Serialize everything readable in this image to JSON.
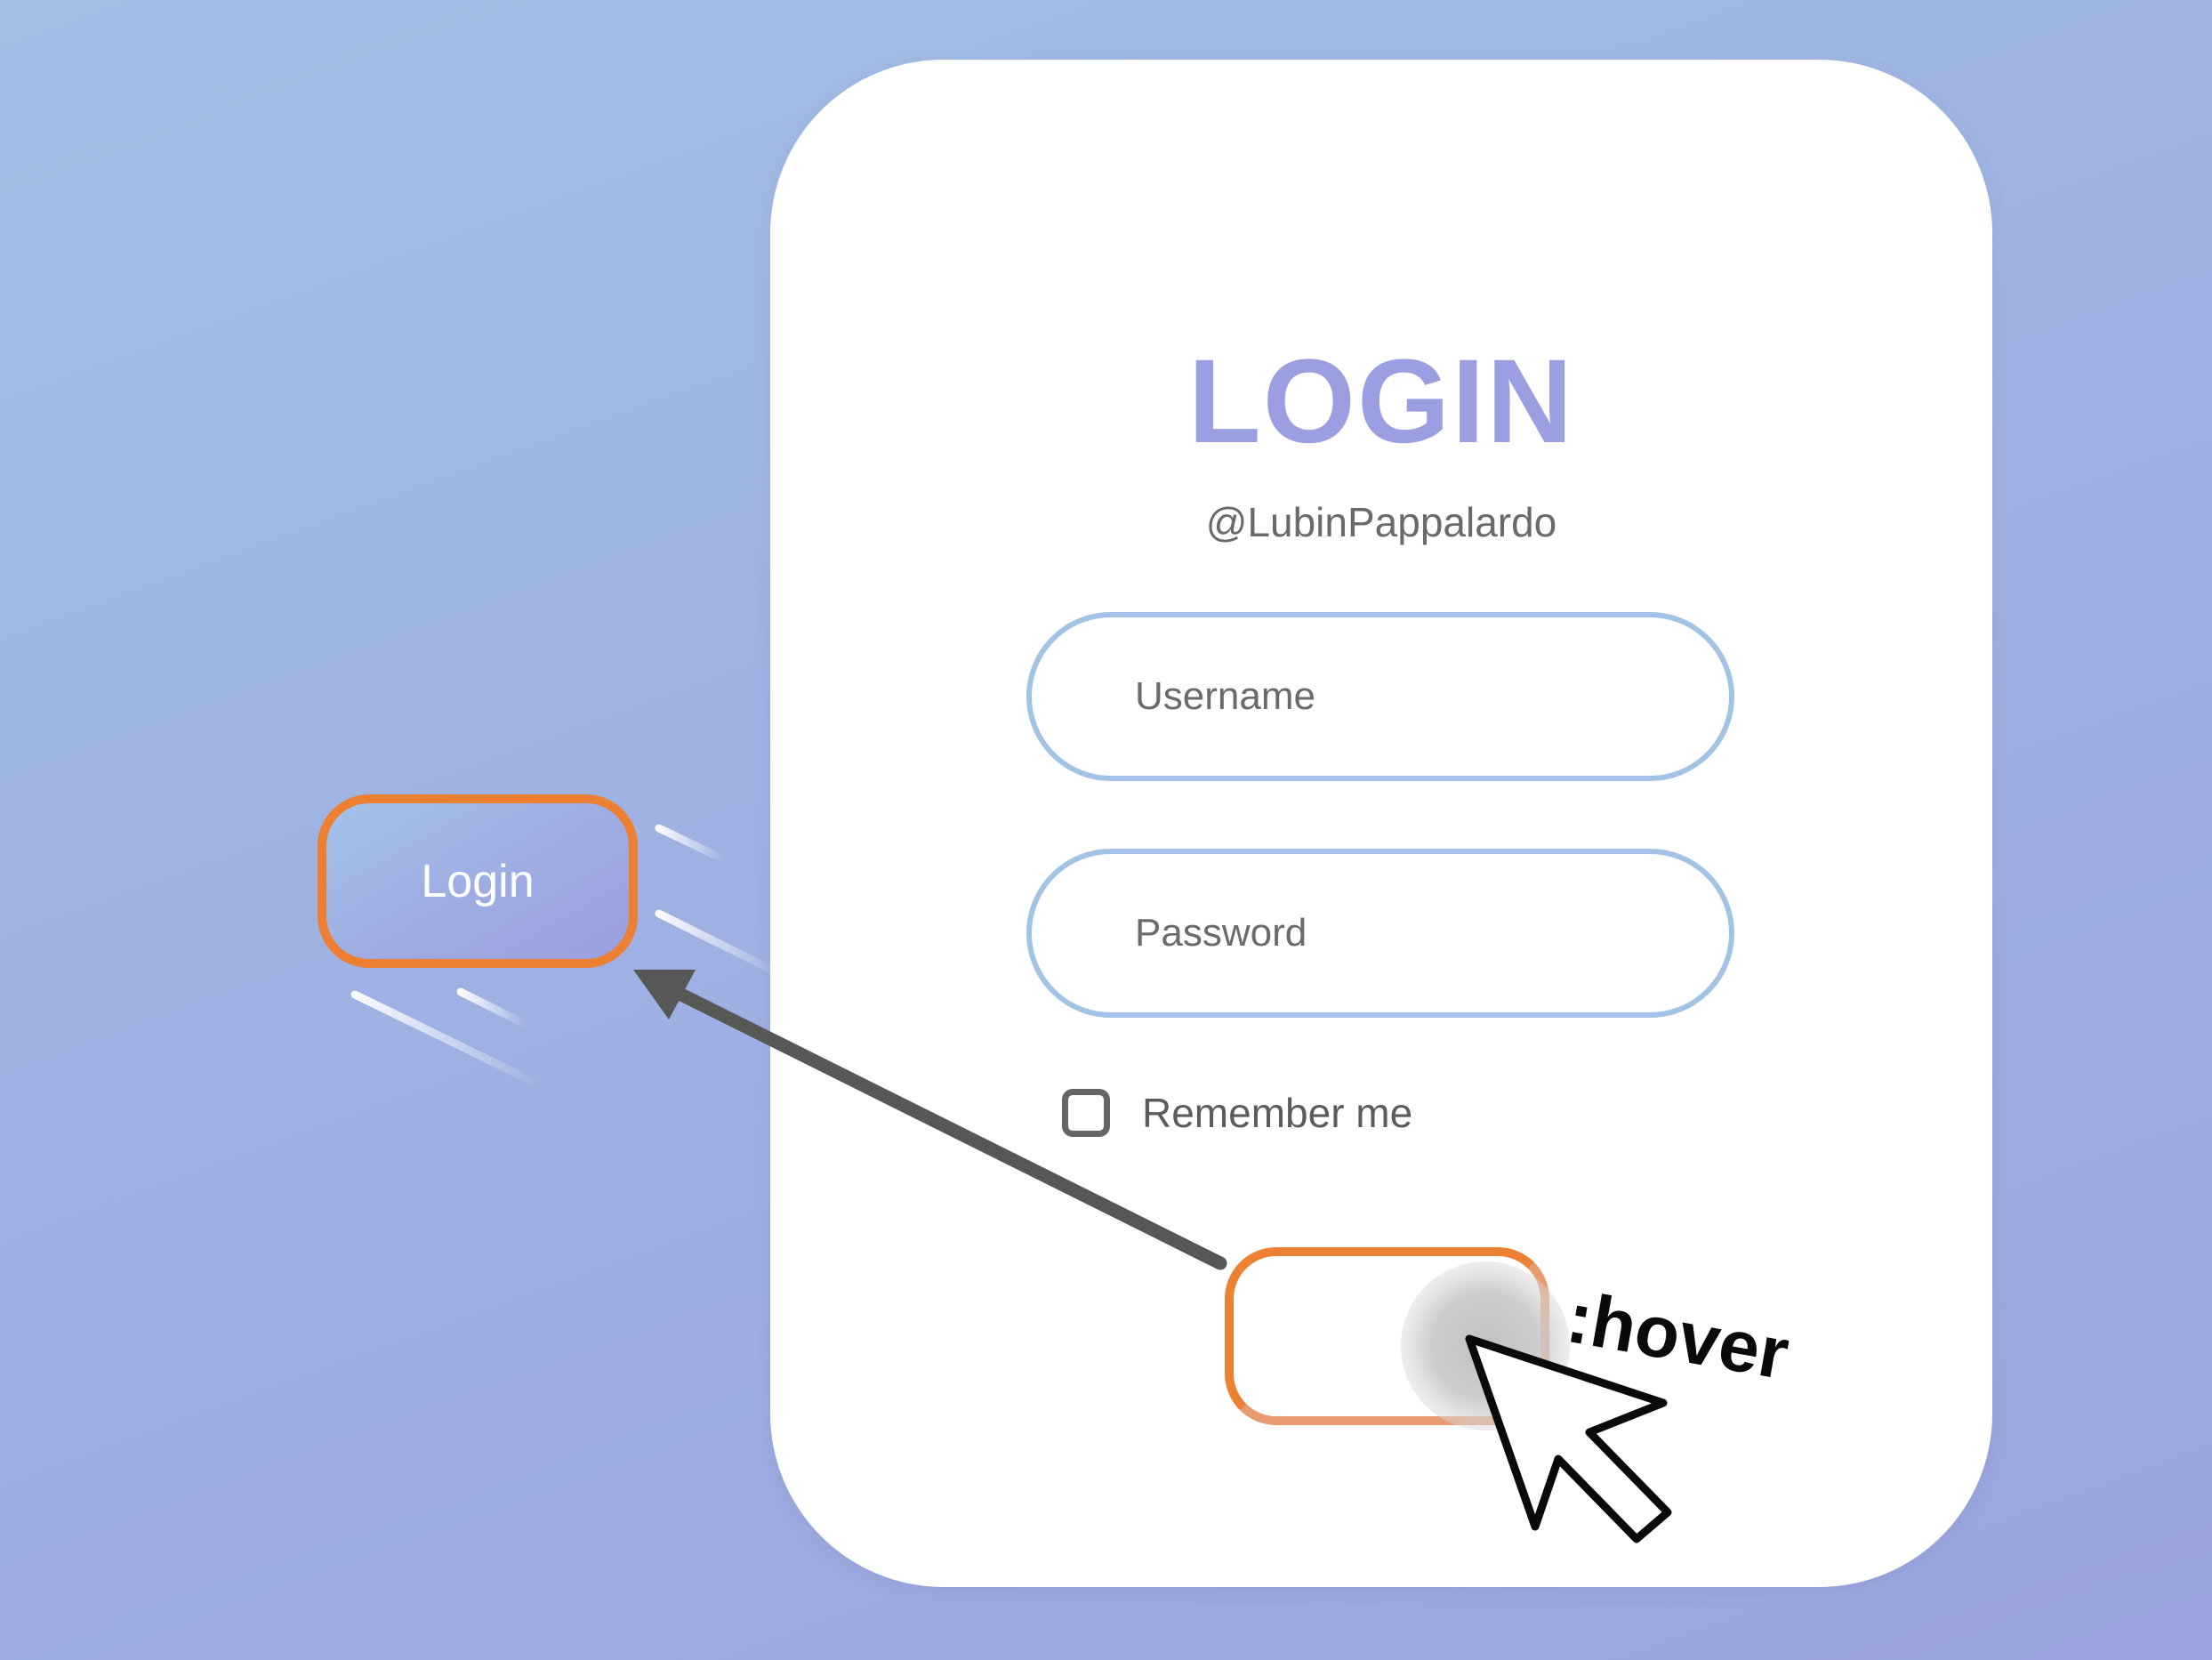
{
  "login_card": {
    "title": "LOGIN",
    "handle": "@LubinPappalardo",
    "username_placeholder": "Username",
    "password_placeholder": "Password",
    "remember_label": "Remember me",
    "remember_checked": false
  },
  "annotation": {
    "floating_button_label": "Login",
    "hover_label": ":hover"
  },
  "colors": {
    "accent_purple": "#9b9ee0",
    "field_border_blue": "#a2c3e6",
    "highlight_orange": "#ed7f32",
    "arrow_gray": "#575757"
  },
  "icons": {
    "cursor": "mouse-pointer-icon",
    "arrow": "arrow-icon"
  }
}
